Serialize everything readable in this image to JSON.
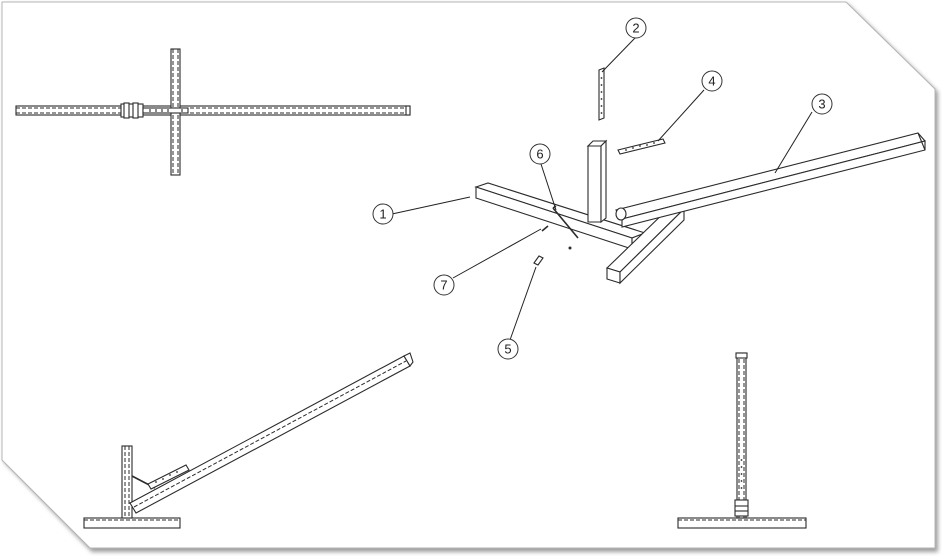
{
  "drawing": {
    "balloons": [
      {
        "id": "balloon-1",
        "label": "1"
      },
      {
        "id": "balloon-2",
        "label": "2"
      },
      {
        "id": "balloon-3",
        "label": "3"
      },
      {
        "id": "balloon-4",
        "label": "4"
      },
      {
        "id": "balloon-5",
        "label": "5"
      },
      {
        "id": "balloon-6",
        "label": "6"
      },
      {
        "id": "balloon-7",
        "label": "7"
      }
    ],
    "colors": {
      "line": "#2b2b2b",
      "frame_shadow": "#9a9a9a",
      "background": "#ffffff"
    }
  }
}
